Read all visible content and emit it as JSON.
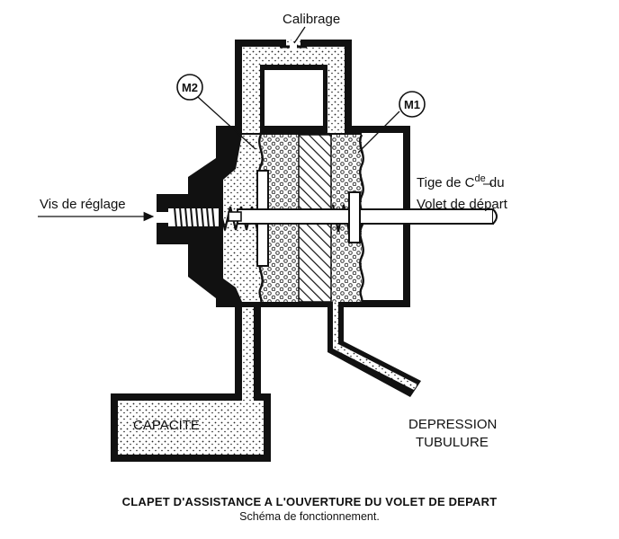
{
  "labels": {
    "calibrage": "Calibrage",
    "m2": "M2",
    "m1": "M1",
    "vis_de_reglage": "Vis de réglage",
    "tige_line1_a": "Tige de C",
    "tige_line1_sup": "de",
    "tige_line1_b": " du",
    "tige_line2": "Volet de départ",
    "capacite": "CAPACITE",
    "depression_line1": "DEPRESSION",
    "depression_line2": "TUBULURE"
  },
  "caption": {
    "title": "CLAPET D'ASSISTANCE A L'OUVERTURE DU VOLET DE DEPART",
    "subtitle": "Schéma de fonctionnement."
  },
  "colors": {
    "ink": "#111111",
    "paper": "#ffffff"
  }
}
